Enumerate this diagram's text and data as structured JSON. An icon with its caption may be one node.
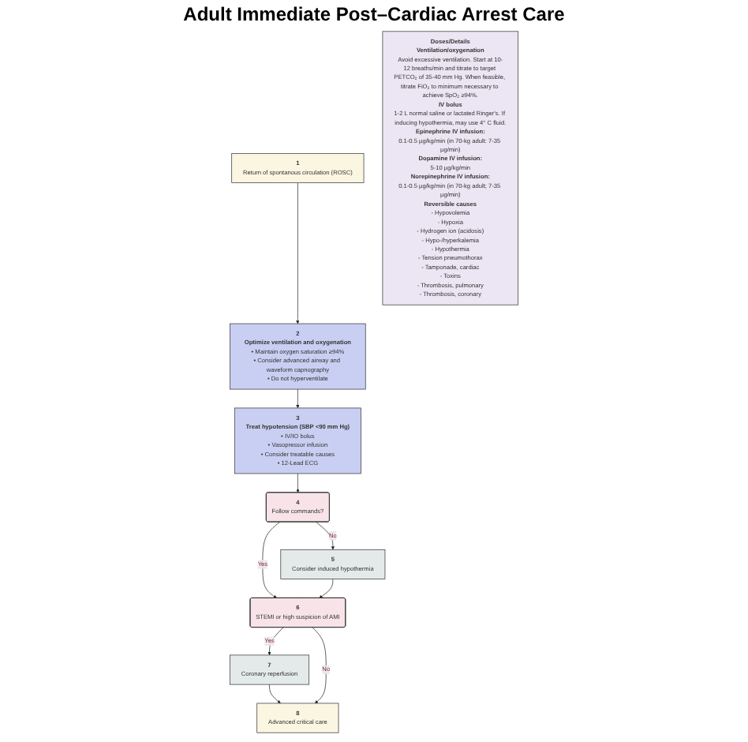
{
  "diagram": {
    "title": "Adult Immediate Post–Cardiac Arrest Care",
    "nodes": [
      {
        "text": [
          "1",
          "Return of spontanous circulation (ROSC)"
        ]
      },
      {
        "text": [
          "2",
          "Optimize ventilation and oxygenation",
          "• Maintain oxygen saturation ≥94%",
          "• Consider advanced airway and waveform capnography",
          "• Do not hyperventilate"
        ]
      },
      {
        "text": [
          "3",
          "Treat hypotension (SBP <90 mm Hg)",
          "• IV/IO bolus",
          "• Vasopressor infusion",
          "• Consider treatable causes",
          "• 12-Lead ECG"
        ]
      },
      {
        "text": [
          "4",
          "Follow commands?"
        ]
      },
      {
        "text": [
          "5",
          "Consider induced hypothermia"
        ]
      },
      {
        "text": [
          "6",
          "STEMI or high suspicion of AMI"
        ]
      },
      {
        "text": [
          "7",
          "Coronary reperfusion"
        ]
      },
      {
        "text": [
          "8",
          "Advanced critical care"
        ]
      },
      {
        "text": [
          "Doses/Details",
          "Ventilation/oxygenation",
          "Avoid excessive ventilation. Start at 10-12 breaths/min and titrate to target PETCO₂ of 35-40 mm Hg. When feasible, titrate FiO₂ to minimum necessary to achieve SpO₂ ≥94%.",
          "IV bolus",
          "1-2 L normal saline or lactated Ringer's. If inducing hypothermia, may use 4° C fluid.",
          "Epinephrine IV infusion:",
          "0.1-0.5 µg/kg/min (in 70-kg adult: 7-35 µg/min)",
          "Dopamine IV infusion:",
          "5-10 µg/kg/min",
          "Norepinephrine IV infusion:",
          "0.1-0.5 µg/kg/min (in 70-kg adult; 7-35 µg/min)",
          "Reversible causes",
          "- Hypovolemia",
          "- Hypoxia",
          "- Hydrogen ion (acidosis)",
          "- Hypo-/hyperkalemia",
          "- Hypothermia",
          "- Tension pneumothorax",
          "- Tamponade, cardiac",
          "- Toxins",
          "- Thrombosis, pulmonary",
          "- Thrombosis, coronary"
        ]
      }
    ],
    "edges": [
      {
        "from": 0,
        "to": 1,
        "arrow": "to"
      },
      {
        "from": 1,
        "to": 2,
        "arrow": "to"
      },
      {
        "from": 2,
        "to": 3,
        "arrow": "to"
      },
      {
        "from": 3,
        "to": 4,
        "arrow": "to",
        "label": "No"
      },
      {
        "from": 3,
        "to": 5,
        "arrow": "to",
        "label": "Yes"
      },
      {
        "from": 4,
        "to": 5,
        "arrow": "to"
      },
      {
        "from": 5,
        "to": 6,
        "arrow": "to",
        "label": "Yes"
      },
      {
        "from": 6,
        "to": 7,
        "arrow": "to"
      },
      {
        "from": 5,
        "to": 7,
        "arrow": "to",
        "label": "No"
      }
    ]
  }
}
